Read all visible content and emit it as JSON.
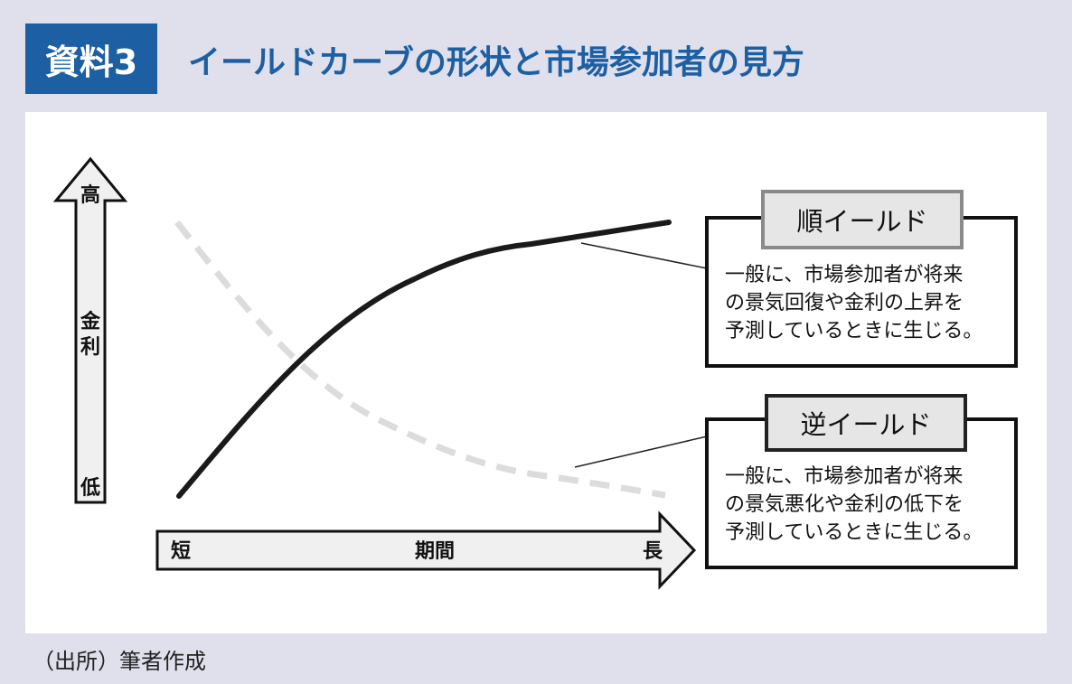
{
  "header": {
    "badge": "資料3",
    "title": "イールドカーブの形状と市場参加者の見方"
  },
  "axes": {
    "y_top": "高",
    "y_label_1": "金",
    "y_label_2": "利",
    "y_bottom": "低",
    "x_left": "短",
    "x_label": "期間",
    "x_right": "長"
  },
  "callouts": {
    "normal": {
      "label": "順イールド",
      "text": "一般に、市場参加者が将来\nの景気回復や金利の上昇を\n予測しているときに生じる。"
    },
    "inverted": {
      "label": "逆イールド",
      "text": "一般に、市場参加者が将来\nの景気悪化や金利の低下を\n予測しているときに生じる。"
    }
  },
  "curves": {
    "normal_color": "#1a1a1a",
    "inverted_color": "#dcdcdc"
  },
  "source": "（出所）筆者作成"
}
